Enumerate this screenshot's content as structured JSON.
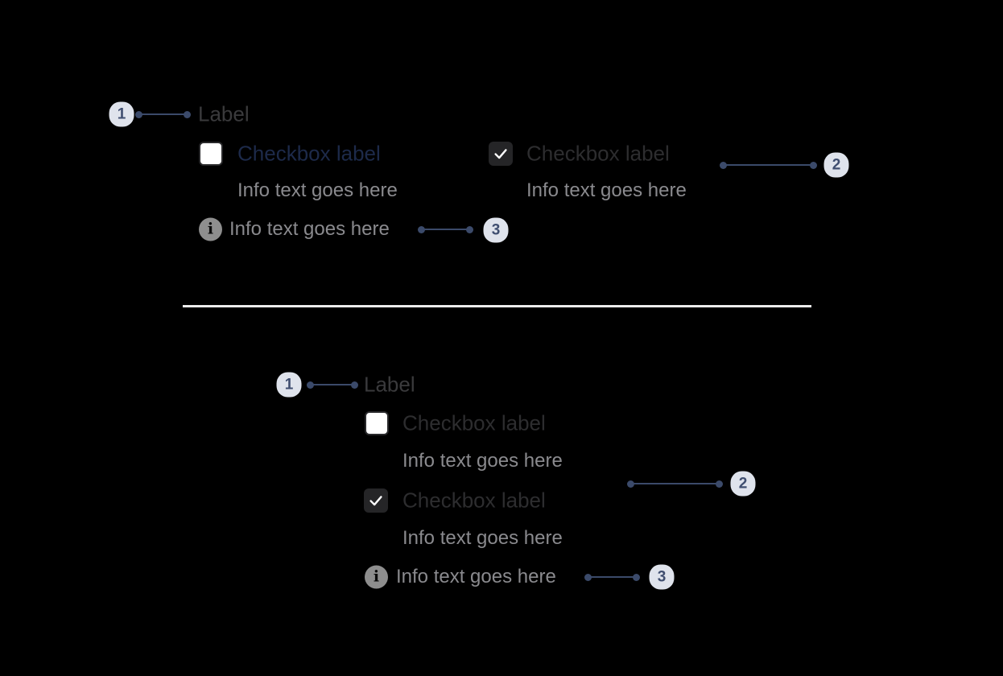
{
  "canvas": {
    "background": "#000000"
  },
  "annotation_style": {
    "line_color": "#3b4a6a",
    "badge_background": "#dfe3ec",
    "badge_text_color": "#3f4e70"
  },
  "divider_color": "#ededed",
  "icons": {
    "check": "✓",
    "info": "i"
  },
  "sections": {
    "top": {
      "layout": "horizontal",
      "label": "Label",
      "checkbox_a": {
        "checked": false,
        "label": "Checkbox label",
        "info": "Info text goes here"
      },
      "checkbox_b": {
        "checked": true,
        "label": "Checkbox label",
        "info": "Info text goes here"
      },
      "footer_info": "Info text goes here",
      "markers": {
        "m1": "1",
        "m2": "2",
        "m3": "3"
      }
    },
    "bottom": {
      "layout": "vertical",
      "label": "Label",
      "checkbox_a": {
        "checked": false,
        "label": "Checkbox label",
        "info": "Info text goes here"
      },
      "checkbox_b": {
        "checked": true,
        "label": "Checkbox label",
        "info": "Info text goes here"
      },
      "footer_info": "Info text goes here",
      "markers": {
        "m1": "1",
        "m2": "2",
        "m3": "3"
      }
    }
  }
}
